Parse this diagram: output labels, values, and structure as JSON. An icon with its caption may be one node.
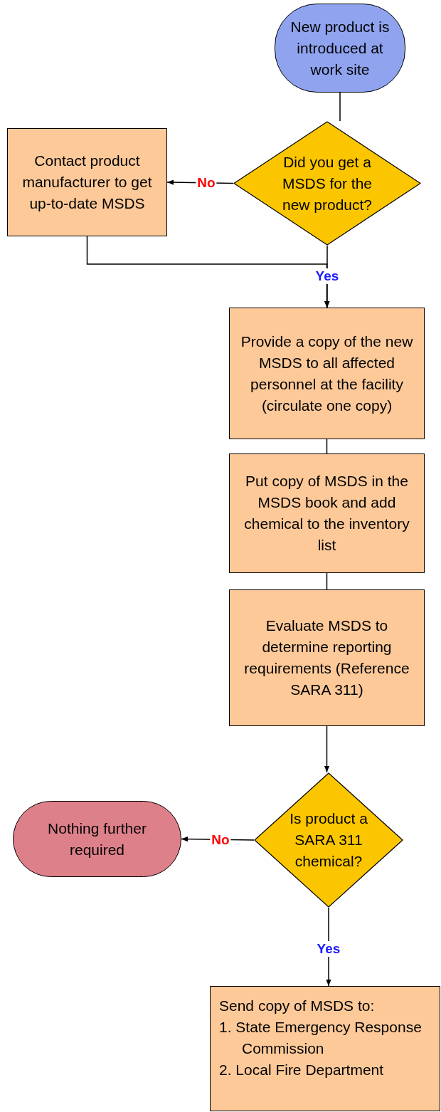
{
  "diagram": {
    "nodes": [
      {
        "text": [
          "New product is introduced at work site"
        ]
      },
      {
        "text": [
          "Did you get a MSDS for the new product?"
        ]
      },
      {
        "text": [
          "Contact product manufacturer to get up-to-date MSDS"
        ]
      },
      {
        "text": [
          "Provide a copy of the new MSDS to all affected personnel at the facility (circulate one copy)"
        ]
      },
      {
        "text": [
          "Put copy of MSDS in the MSDS book and add chemical to the inventory list"
        ]
      },
      {
        "text": [
          "Evaluate MSDS to determine reporting requirements (Reference SARA 311)"
        ]
      },
      {
        "text": [
          "Is product a SARA 311 chemical?"
        ]
      },
      {
        "text": [
          "Nothing further required"
        ]
      },
      {
        "text": [
          "Send copy of MSDS to:",
          "1. State Emergency Response Commission",
          "2. Local Fire Department"
        ]
      }
    ],
    "edges": [
      {
        "from": 0,
        "to": 1,
        "arrow": "none"
      },
      {
        "from": 1,
        "to": 2,
        "arrow": "to",
        "label": "No"
      },
      {
        "from": 1,
        "to": 3,
        "arrow": "to",
        "label": "Yes"
      },
      {
        "from": 2,
        "to": 3,
        "arrow": "to"
      },
      {
        "from": 3,
        "to": 4,
        "arrow": "none"
      },
      {
        "from": 4,
        "to": 5,
        "arrow": "none"
      },
      {
        "from": 5,
        "to": 6,
        "arrow": "to"
      },
      {
        "from": 6,
        "to": 7,
        "arrow": "to",
        "label": "No"
      },
      {
        "from": 6,
        "to": 8,
        "arrow": "to",
        "label": "Yes"
      }
    ]
  }
}
